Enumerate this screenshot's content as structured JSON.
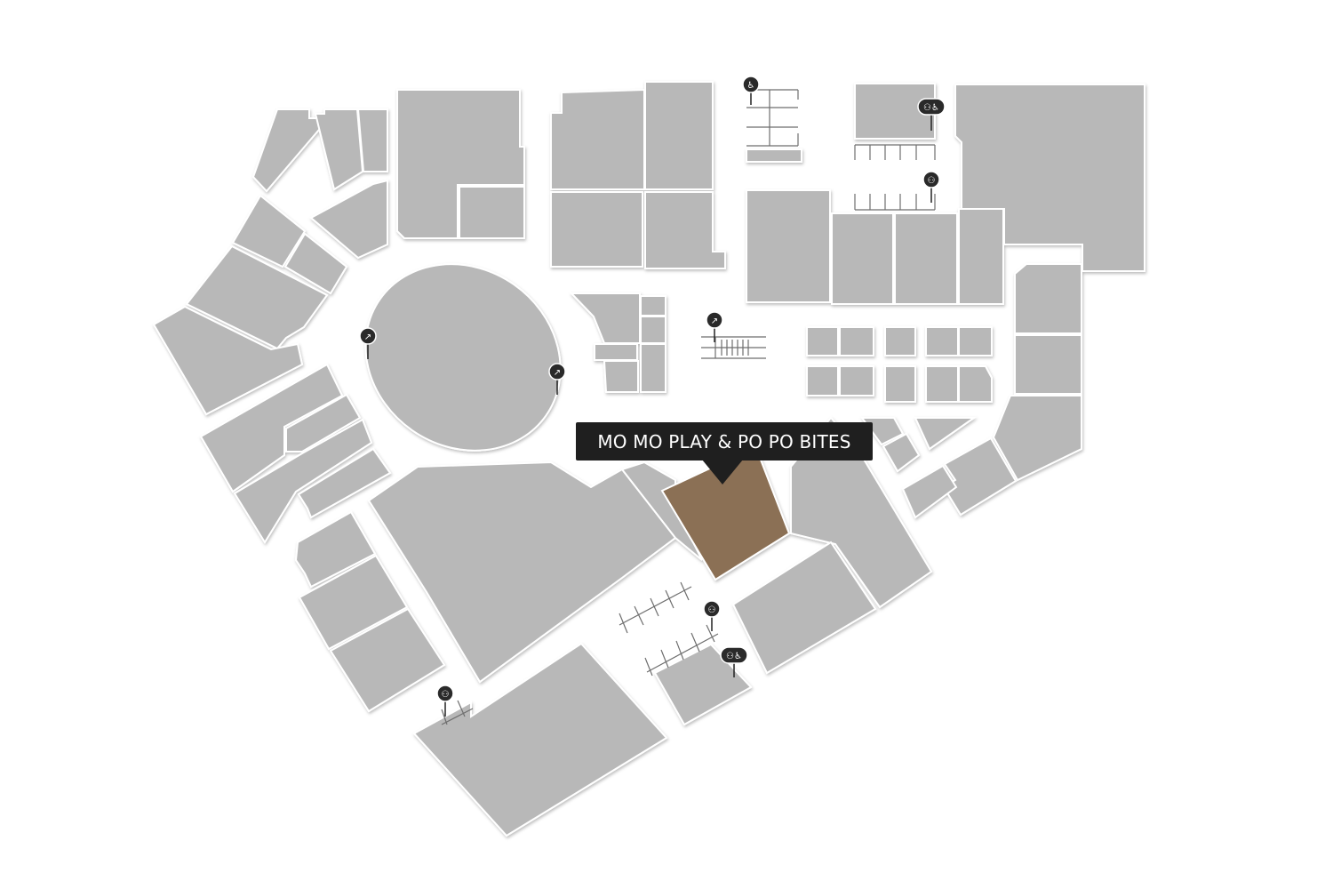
{
  "map": {
    "colors": {
      "background": "#ffffff",
      "unit": "#b8b8b8",
      "unit_outline": "#ffffff",
      "selected_unit": "#8b7055",
      "tooltip_bg": "#1f1f1f",
      "tooltip_text": "#ffffff",
      "pin": "#2a2a2a"
    },
    "selected_store": {
      "name": "MO MO PLAY & PO PO BITES"
    },
    "amenities": [
      {
        "type": "toilets",
        "icon": "toilet-icon"
      },
      {
        "type": "toilets-accessible",
        "icon": "accessible-toilet-icon"
      },
      {
        "type": "toilets",
        "icon": "toilet-icon"
      },
      {
        "type": "escalator",
        "icon": "escalator-icon"
      },
      {
        "type": "escalator",
        "icon": "escalator-icon"
      },
      {
        "type": "escalator",
        "icon": "escalator-icon"
      },
      {
        "type": "toilets",
        "icon": "toilet-icon"
      },
      {
        "type": "toilets-accessible",
        "icon": "accessible-toilet-icon"
      },
      {
        "type": "toilets",
        "icon": "toilet-icon"
      }
    ]
  }
}
